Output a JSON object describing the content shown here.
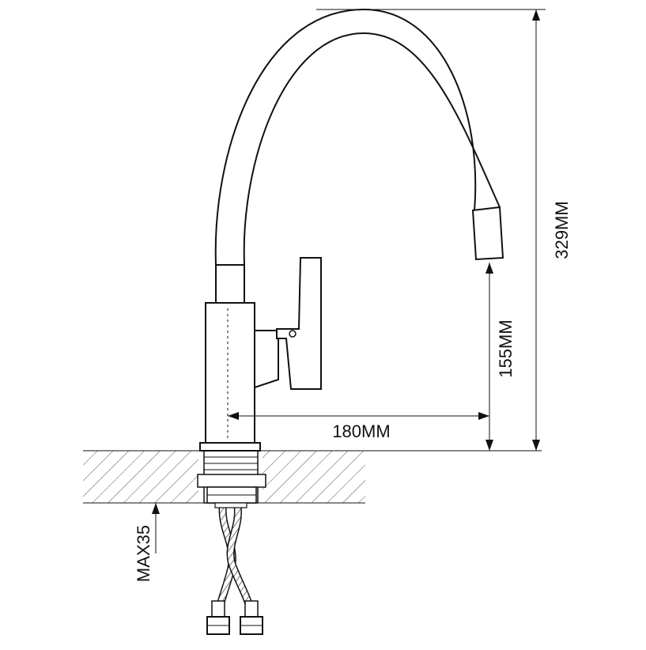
{
  "dimensions": {
    "total_height": "329MM",
    "spout_height": "155MM",
    "spout_reach": "180MM",
    "max_deck_thickness": "MAX35"
  },
  "colors": {
    "line": "#111111",
    "hatch": "#333333",
    "background": "#ffffff"
  }
}
